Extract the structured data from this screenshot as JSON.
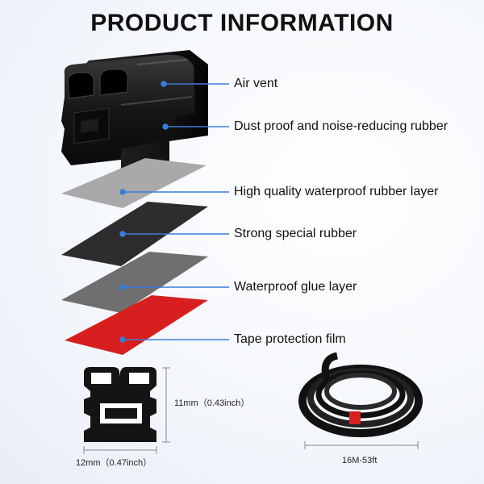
{
  "title": "PRODUCT INFORMATION",
  "layers": [
    {
      "label": "Air vent"
    },
    {
      "label": "Dust proof and noise-reducing rubber"
    },
    {
      "label": "High quality waterproof rubber layer"
    },
    {
      "label": "Strong special rubber"
    },
    {
      "label": "Waterproof glue layer"
    },
    {
      "label": "Tape protection film"
    }
  ],
  "dimensions": {
    "height": "11mm（0.43inch）",
    "width": "12mm（0.47inch）",
    "length": "16M-53ft"
  },
  "colors": {
    "leader_line": "#3b7dd8",
    "rubber": "#1a1a1a",
    "waterproof_layer": "#a9a9a9",
    "special_rubber": "#2d2d2d",
    "glue_layer": "#6f6f6f",
    "protection_film": "#d81f1f"
  }
}
